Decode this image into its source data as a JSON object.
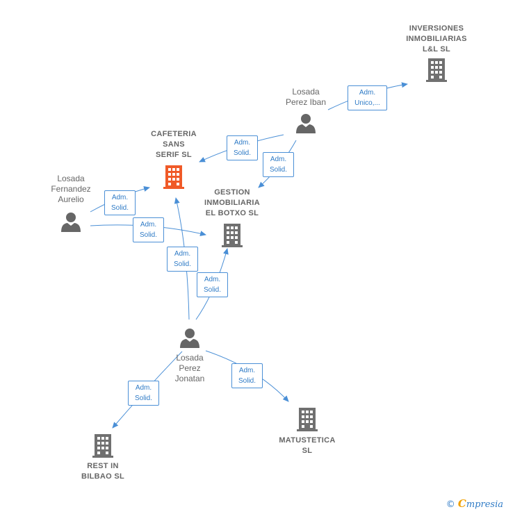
{
  "colors": {
    "edge": "#4a8fd6",
    "person": "#666666",
    "company": "#707070",
    "company_highlight": "#f05a28"
  },
  "nodes": {
    "inversiones": {
      "label": "INVERSIONES\nINMOBILIARIAS\nL&L  SL",
      "icon": "building-icon"
    },
    "cafeteria": {
      "label": "CAFETERIA\nSANS\nSERIF  SL",
      "icon": "building-icon"
    },
    "gestion": {
      "label": "GESTION\nINMOBILIARIA\nEL BOTXO  SL",
      "icon": "building-icon"
    },
    "matustetica": {
      "label": "MATUSTETICA\nSL",
      "icon": "building-icon"
    },
    "rest": {
      "label": "REST IN\nBILBAO  SL",
      "icon": "building-icon"
    },
    "iban": {
      "label": "Losada\nPerez Iban",
      "icon": "person-icon"
    },
    "aurelio": {
      "label": "Losada\nFernandez\nAurelio",
      "icon": "person-icon"
    },
    "jonatan": {
      "label": "Losada\nPerez\nJonatan",
      "icon": "person-icon"
    }
  },
  "edges": [
    {
      "id": "iban-inversiones",
      "label": "Adm.\nUnico,..."
    },
    {
      "id": "iban-cafeteria",
      "label": "Adm.\nSolid."
    },
    {
      "id": "iban-gestion",
      "label": "Adm.\nSolid."
    },
    {
      "id": "aurelio-cafeteria",
      "label": "Adm.\nSolid."
    },
    {
      "id": "aurelio-gestion",
      "label": "Adm.\nSolid."
    },
    {
      "id": "jonatan-cafeteria",
      "label": "Adm.\nSolid."
    },
    {
      "id": "jonatan-gestion",
      "label": "Adm.\nSolid."
    },
    {
      "id": "jonatan-rest",
      "label": "Adm.\nSolid."
    },
    {
      "id": "jonatan-matustetica",
      "label": "Adm.\nSolid."
    }
  ],
  "footer": {
    "copyright": "©",
    "brand_initial": "C",
    "brand_rest": "mpresia"
  }
}
